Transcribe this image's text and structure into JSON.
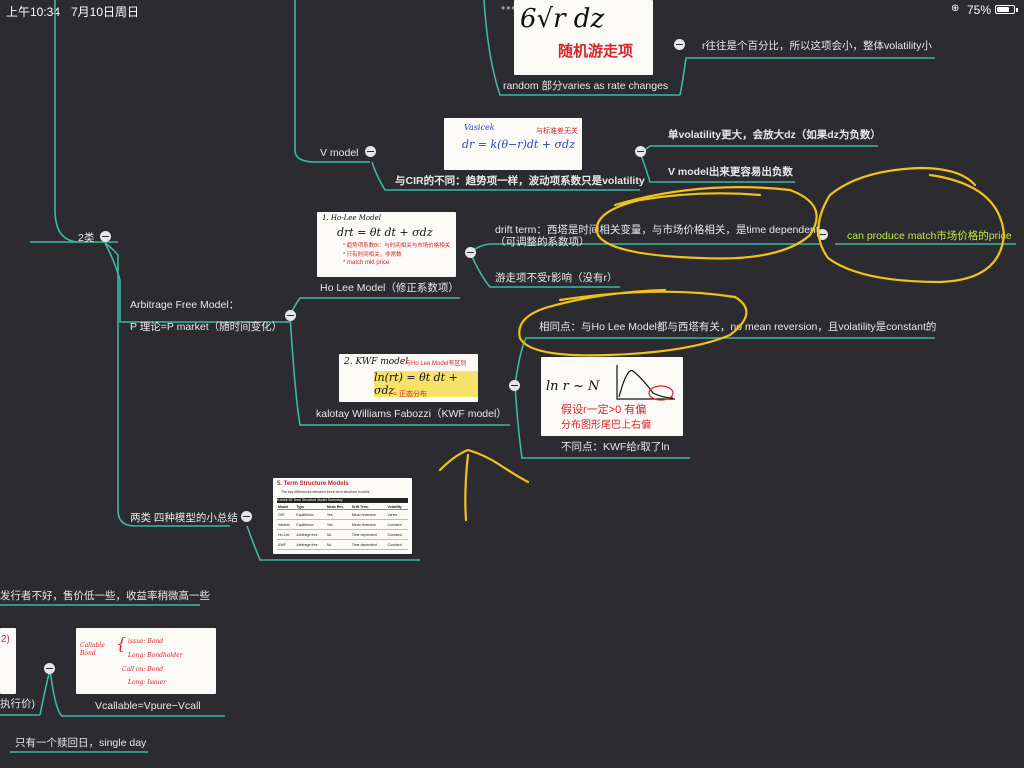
{
  "status_bar": {
    "time": "上午10:34",
    "date": "7月10日周日",
    "battery_percent": "75%",
    "battery_level": 0.75,
    "orientation_lock_icon": "orientation-lock-icon"
  },
  "nodes": {
    "random_part": "random 部分varies as rate changes",
    "r_note": "r往往是个百分比，所以这项会小，整体volatility小",
    "v_model": "V model",
    "v_diff": "与CIR的不同：趋势项一样，波动项系数只是volatility",
    "v_single_vol": "单volatility更大，会放大dz（如果dz为负数）",
    "v_negative": "V model出来更容易出负数",
    "two_classes": "2类",
    "arb_free_line1": "Arbitrage Free Model：",
    "arb_free_line2": "P 理论=P market（随时间变化）",
    "drift_term_line1": "drift term：西塔是时间相关变量，与市场价格相关，是time dependent",
    "drift_term_line2": "（可调整的系数项）",
    "match_price": "can produce match市场价格的price",
    "random_no_r": "游走项不受r影响（没有r）",
    "ho_lee": "Ho Lee Model（修正系数项）",
    "similarity": "相同点：与Ho Lee Model都与西塔有关，no mean reversion，且volatility是constant的",
    "kwf": "kalotay Williams Fabozzi（KWF model）",
    "kwf_diff": "不同点：KWF给r取了ln",
    "summary": "两类 四种模型的小总结",
    "issuer_note": "发行者不好，售价低一些，收益率稍微高一些",
    "strike_fragment": "执行价)",
    "v_callable": "Vcallable=Vpure−Vcall",
    "single_day": "只有一个赎回日，single day"
  },
  "images": {
    "random_term_formula": "6√r dz",
    "random_term_note": "随机游走项",
    "v_model_label": "Vasicek",
    "v_model_formula": "dr = k(θ−r)dt + σdz",
    "v_model_note": "与标准差无关",
    "ho_lee_title": "1. Ho-Lee Model",
    "ho_lee_formula": "drt = θt dt + σdz",
    "ho_lee_note1": "* 趋势项系数θt：与时间相关与市场价格相关",
    "ho_lee_note2": "* 只有时间相关，非常数",
    "ho_lee_note3": "* match mkt price",
    "kwf_title": "2. KWF model",
    "kwf_note": "与Ho Lee Model有区别",
    "kwf_formula": "ln(rt) = θt dt + σdz",
    "kwf_note2": "r ≈ 正态分布",
    "lognormal_formula": "ln r ~ N",
    "lognormal_note1": "假设r一定>0 有偏",
    "lognormal_note2": "分布图形尾巴上右偏",
    "table_title": "5. Term Structure Models",
    "table_subtitle": "The key differences between three term structure models",
    "table_exhibit": "Exhibit 59   Term Structure Model Summary",
    "table_headers": [
      "Model",
      "Type",
      "Mean Rev.",
      "Drift Term",
      "Volatility"
    ],
    "table_rows": [
      [
        "CIR",
        "Equilibrium",
        "Yes",
        "Mean reversion",
        "Varies"
      ],
      [
        "Vasicek",
        "Equilibrium",
        "Yes",
        "Mean reversion",
        "Constant"
      ],
      [
        "Ho-Lee",
        "Arbitrage free",
        "No",
        "Time dependent",
        "Constant"
      ],
      [
        "KWF",
        "Arbitrage free",
        "No",
        "Time dependent",
        "Constant"
      ]
    ],
    "callable_label": "Callable Bond",
    "callable_line1": "issue: Bond",
    "callable_line2": "Long: Bondholder",
    "callable_line3": "Call on: Bond",
    "callable_line4": "Long: Issuer",
    "left_fragment": "2)"
  },
  "colors": {
    "background": "#2c2b30",
    "connector": "#3cb8a3",
    "annotation": "#f2c21b",
    "highlight_text": "#c2ea3c",
    "ink_red": "#d6242c",
    "ink_blue": "#2c44b8"
  }
}
